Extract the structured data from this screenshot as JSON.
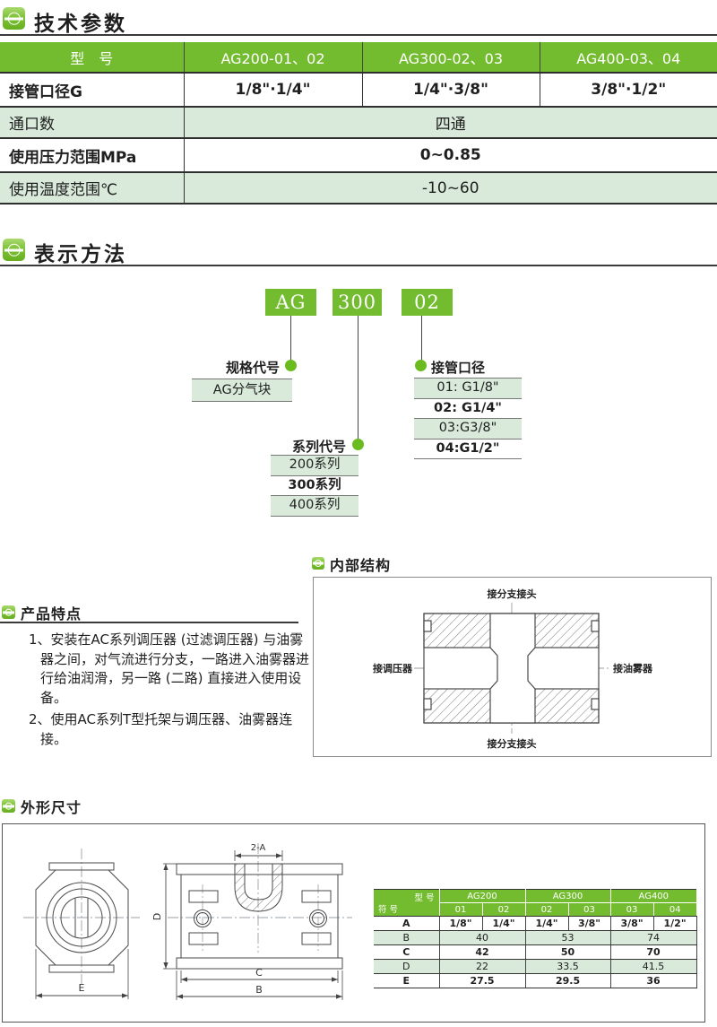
{
  "colors": {
    "accent_green": "#74BC2F",
    "light_green": "#D9EADB",
    "header_text": "#ffffff",
    "body_text": "#1f1f1f",
    "rule_line": "#3a3a3a"
  },
  "sections": {
    "tech": {
      "title": "技术参数"
    },
    "ordering": {
      "title": "表示方法"
    },
    "features": {
      "title": "产品特点"
    },
    "internal": {
      "title": "内部结构"
    },
    "dimensions": {
      "title": "外形尺寸"
    }
  },
  "spec_table": {
    "header": [
      "型　号",
      "AG200-01、02",
      "AG300-02、03",
      "AG400-03、04"
    ],
    "rows": [
      {
        "label": "接管口径G",
        "values": [
          "1/8\"·1/4\"",
          "1/4\"·3/8\"",
          "3/8\"·1/2\""
        ]
      },
      {
        "label": "通口数",
        "value": "四通"
      },
      {
        "label": "使用压力范围MPa",
        "value": "0~0.85"
      },
      {
        "label": "使用温度范围℃",
        "value": "-10~60"
      }
    ]
  },
  "ordering": {
    "code_boxes": [
      "AG",
      "300",
      "02"
    ],
    "spec": {
      "label": "规格代号",
      "items": [
        "AG分气块"
      ]
    },
    "series": {
      "label": "系列代号",
      "items": [
        "200系列",
        "300系列",
        "400系列"
      ]
    },
    "port": {
      "label": "接管口径",
      "items": [
        "01: G1/8\"",
        "02: G1/4\"",
        "03:G3/8\"",
        "04:G1/2\""
      ]
    }
  },
  "features": {
    "items": [
      "1、安装在AC系列调压器 (过滤调压器) 与油雾器之间，对气流进行分支，一路进入油雾器进行给油润滑，另一路 (二路) 直接进入使用设备。",
      "2、使用AC系列T型托架与调压器、油雾器连接。"
    ]
  },
  "internal": {
    "labels": {
      "top": "接分支接头",
      "left": "接调压器",
      "right": "接油雾器",
      "bottom": "接分支接头"
    }
  },
  "dimensions": {
    "drawing_labels": {
      "port": "2-A",
      "d": "D",
      "c": "C",
      "b": "B",
      "e": "E"
    },
    "table": {
      "corner_top": "型 号",
      "corner_bottom": "符 号",
      "models": [
        "AG200",
        "AG300",
        "AG400"
      ],
      "ports": [
        "01",
        "02",
        "02",
        "03",
        "03",
        "04"
      ],
      "rows": [
        {
          "label": "A",
          "values": [
            "1/8\"",
            "1/4\"",
            "1/4\"",
            "3/8\"",
            "3/8\"",
            "1/2\""
          ]
        },
        {
          "label": "B",
          "values": [
            "40",
            "53",
            "74"
          ]
        },
        {
          "label": "C",
          "values": [
            "42",
            "50",
            "70"
          ]
        },
        {
          "label": "D",
          "values": [
            "22",
            "33.5",
            "41.5"
          ]
        },
        {
          "label": "E",
          "values": [
            "27.5",
            "29.5",
            "36"
          ]
        }
      ]
    }
  }
}
